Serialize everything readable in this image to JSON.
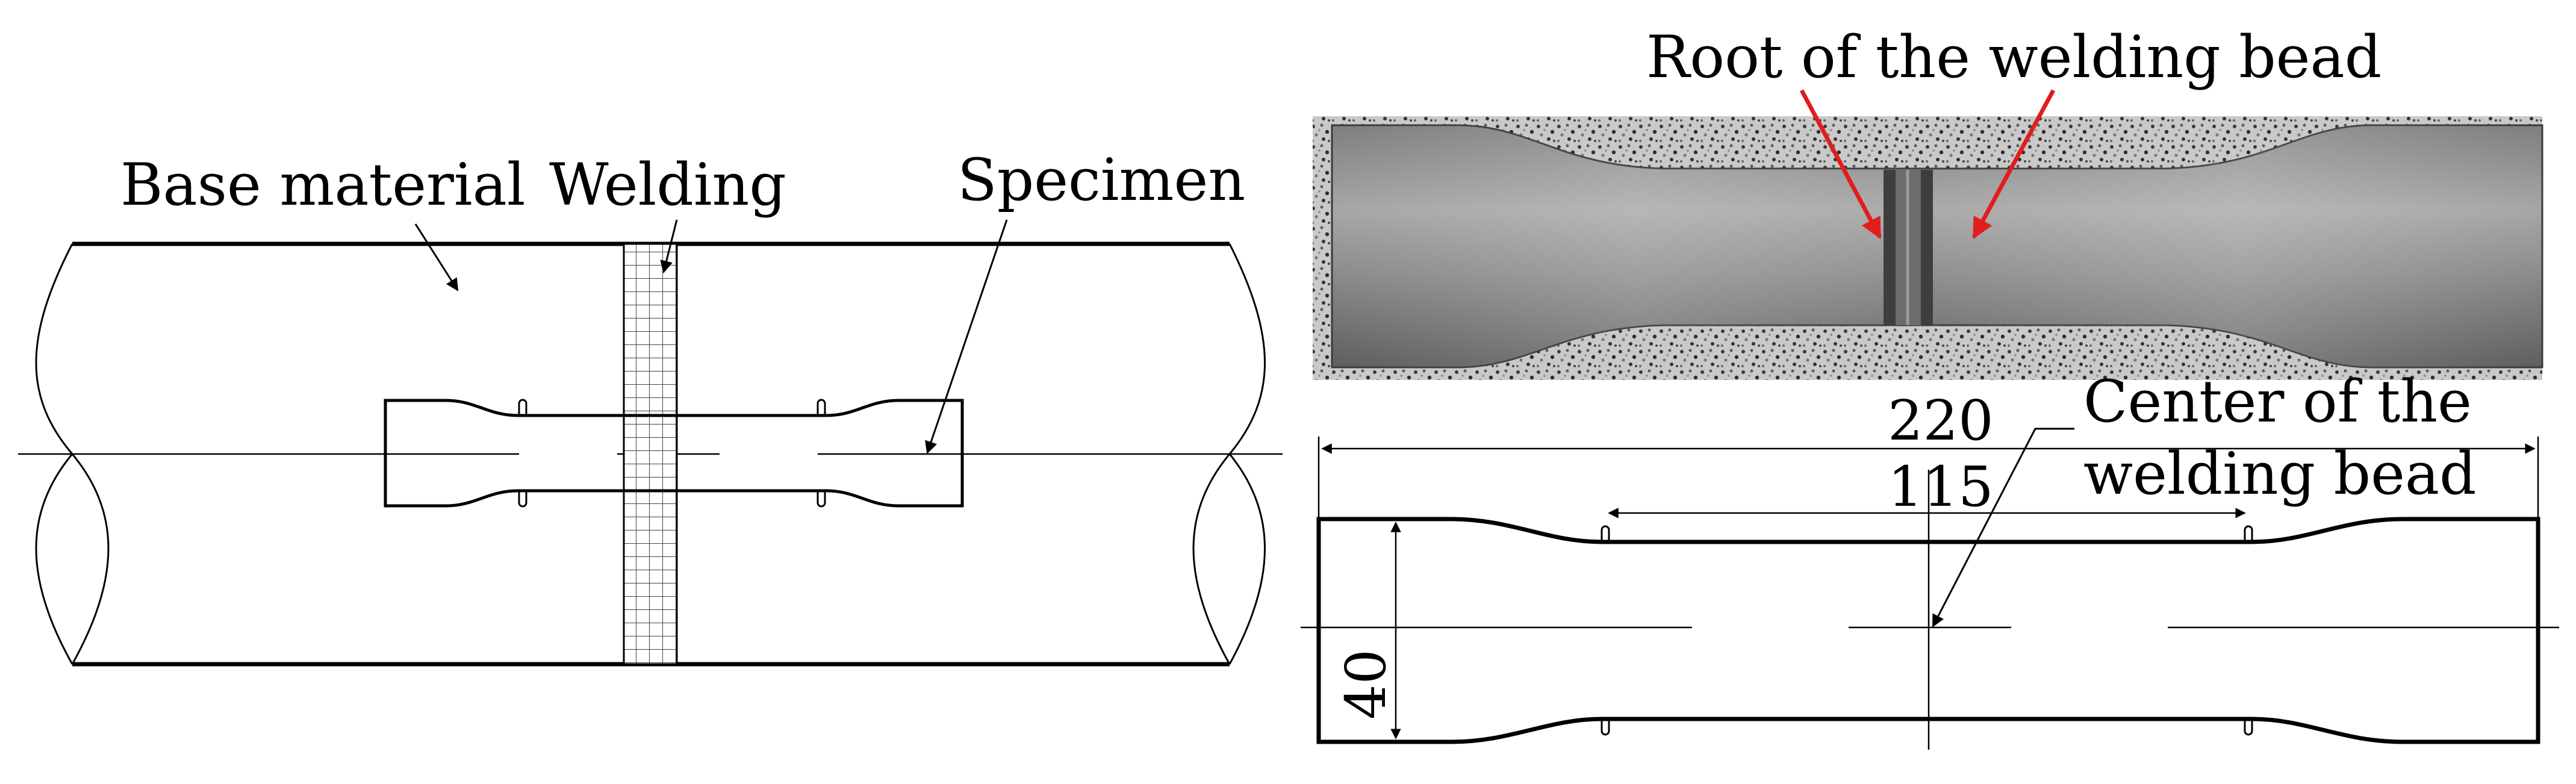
{
  "left_diagram": {
    "labels": {
      "base_material": "Base material",
      "welding": "Welding",
      "specimen": "Specimen"
    }
  },
  "photo": {
    "label": "Root of the welding bead",
    "arrow_color": "#e11d1d"
  },
  "drawing": {
    "center_label_line1": "Center of the",
    "center_label_line2": "welding bead",
    "dim_total_length": "220",
    "dim_gauge_length": "115",
    "dim_width": "40"
  }
}
